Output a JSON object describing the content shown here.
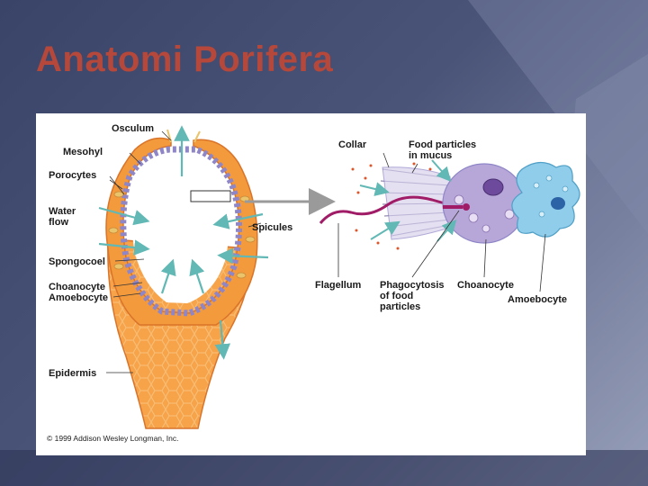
{
  "slide": {
    "title": "Anatomi Porifera"
  },
  "figure": {
    "labels": {
      "osculum": "Osculum",
      "mesohyl": "Mesohyl",
      "porocytes": "Porocytes",
      "water_flow": [
        "Water",
        "flow"
      ],
      "spongocoel": "Spongocoel",
      "choanocyte_left": "Choanocyte",
      "amoebocyte_left": "Amoebocyte",
      "epidermis": "Epidermis",
      "spicules": "Spicules",
      "collar": "Collar",
      "food_particles": [
        "Food particles",
        "in mucus"
      ],
      "flagellum": "Flagellum",
      "phagocytosis": [
        "Phagocytosis",
        "of food",
        "particles"
      ],
      "choanocyte_right": "Choanocyte",
      "amoebocyte_right": "Amoebocyte"
    },
    "copyright": "© 1999 Addison Wesley Longman, Inc."
  },
  "colors": {
    "title": "#b5483a",
    "sponge_orange": "#f39a3c",
    "sponge_dark": "#d9742a",
    "choanocyte_purple": "#b7a7d8",
    "amoebocyte_blue": "#8fcdea",
    "water_arrow": "#62b8b4",
    "flagellum_magenta": "#a01c66"
  }
}
